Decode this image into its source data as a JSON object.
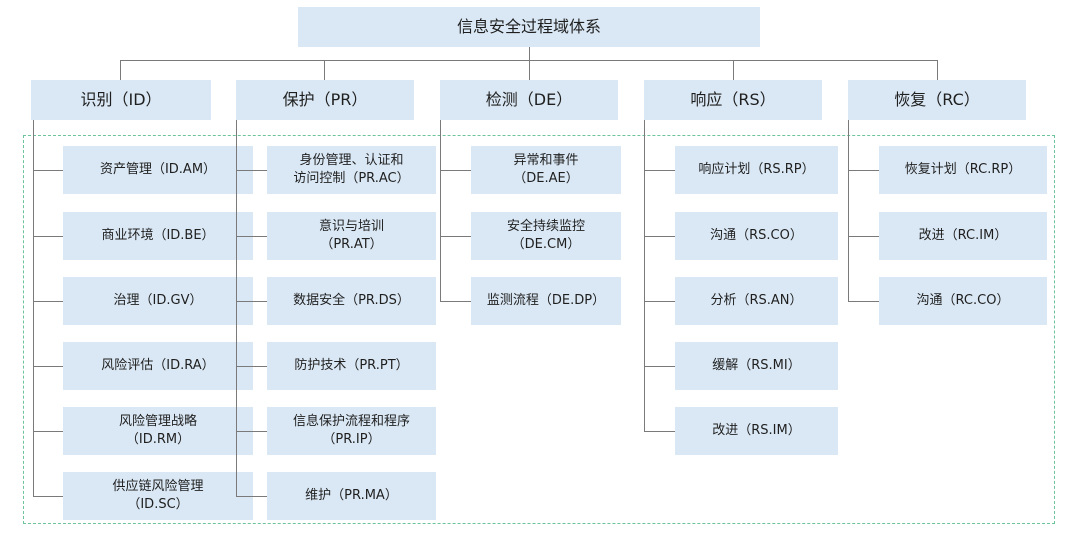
{
  "title": "信息安全过程域体系",
  "columns": [
    {
      "name": "识别（ID）",
      "items": [
        [
          "资产管理（ID.AM）"
        ],
        [
          "商业环境（ID.BE）"
        ],
        [
          "治理（ID.GV）"
        ],
        [
          "风险评估（ID.RA）"
        ],
        [
          "风险管理战略",
          "（ID.RM）"
        ],
        [
          "供应链风险管理",
          "（ID.SC）"
        ]
      ]
    },
    {
      "name": "保护（PR）",
      "items": [
        [
          "身份管理、认证和",
          "访问控制（PR.AC）"
        ],
        [
          "意识与培训",
          "（PR.AT）"
        ],
        [
          "数据安全（PR.DS）"
        ],
        [
          "防护技术（PR.PT）"
        ],
        [
          "信息保护流程和程序",
          "（PR.IP）"
        ],
        [
          "维护（PR.MA）"
        ]
      ]
    },
    {
      "name": "检测（DE）",
      "items": [
        [
          "异常和事件",
          "（DE.AE）"
        ],
        [
          "安全持续监控",
          "（DE.CM）"
        ],
        [
          "监测流程（DE.DP）"
        ]
      ]
    },
    {
      "name": "响应（RS）",
      "items": [
        [
          "响应计划（RS.RP）"
        ],
        [
          "沟通（RS.CO）"
        ],
        [
          "分析（RS.AN）"
        ],
        [
          "缓解（RS.MI）"
        ],
        [
          "改进（RS.IM）"
        ]
      ]
    },
    {
      "name": "恢复（RC）",
      "items": [
        [
          "恢复计划（RC.RP）"
        ],
        [
          "改进（RC.IM）"
        ],
        [
          "沟通（RC.CO）"
        ]
      ]
    }
  ]
}
